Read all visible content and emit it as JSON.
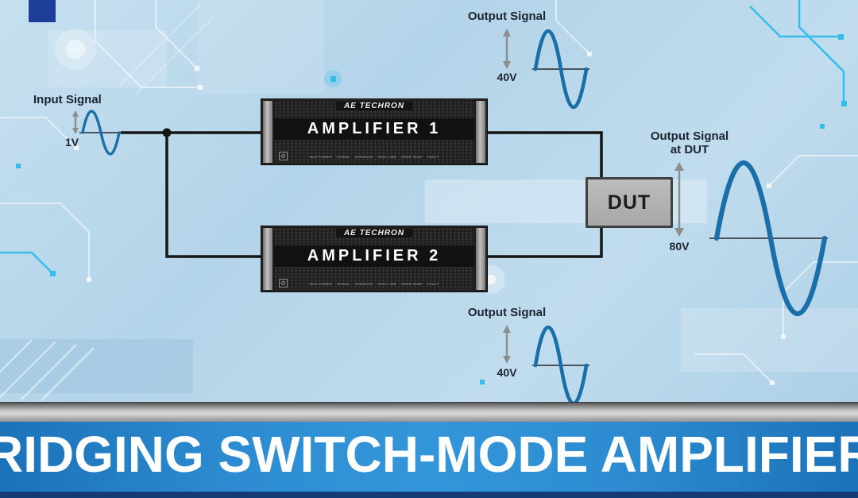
{
  "colors": {
    "wave": "#1a6fa8",
    "wire": "#151515",
    "arrow": "#8d8d8d",
    "accent_cyan": "#35bdea",
    "banner_blue": "#2d8cd1",
    "label_text": "#1b2430"
  },
  "diagram": {
    "input": {
      "label": "Input Signal",
      "voltage": "1V"
    },
    "amplifier1": {
      "brand": "AE TECHRON",
      "name": "AMPLIFIER 1",
      "indicators": "BUS POWER    SIGNAL    SPEAKON    HIGH LINE    OVER TEMP    FAULT"
    },
    "amplifier2": {
      "brand": "AE TECHRON",
      "name": "AMPLIFIER 2",
      "indicators": "BUS POWER    SIGNAL    SPEAKON    HIGH LINE    OVER TEMP    FAULT"
    },
    "dut": {
      "label": "DUT"
    },
    "output_amp1": {
      "label": "Output Signal",
      "voltage": "40V"
    },
    "output_amp2": {
      "label": "Output Signal",
      "voltage": "40V"
    },
    "output_dut": {
      "label_line1": "Output Signal",
      "label_line2": "at DUT",
      "voltage": "80V"
    }
  },
  "banner": {
    "title": "BRIDGING SWITCH-MODE AMPLIFIERS"
  }
}
